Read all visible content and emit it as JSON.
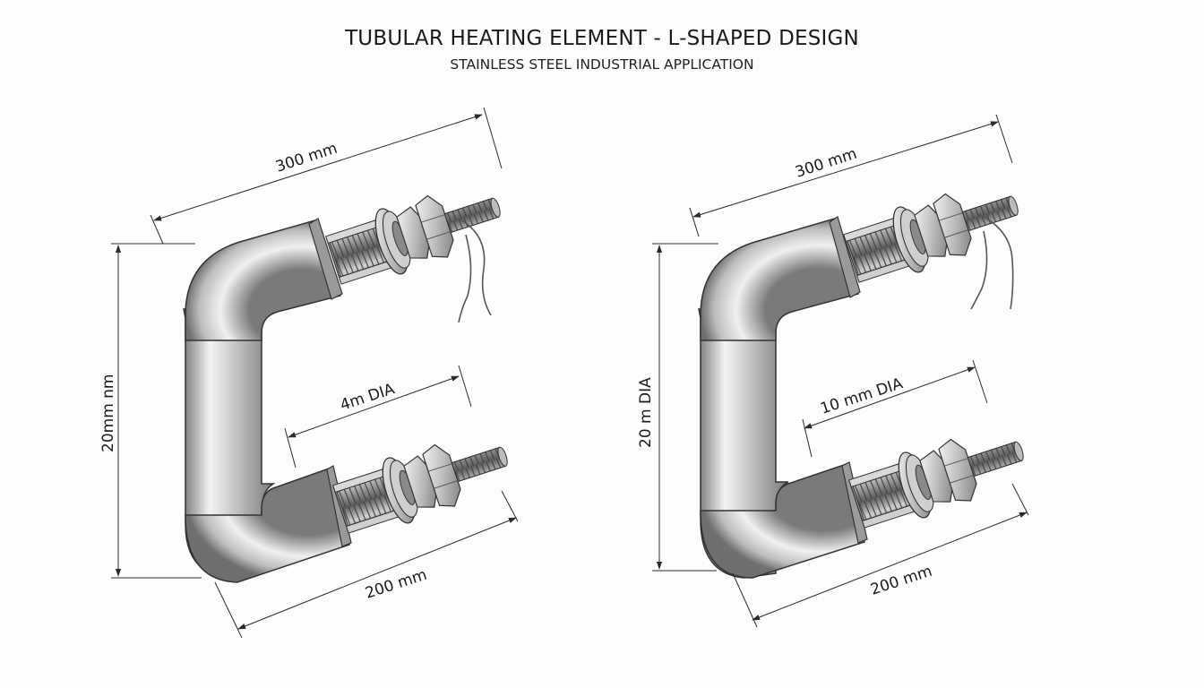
{
  "header": {
    "title": "TUBULAR HEATING ELEMENT - L-SHAPED DESIGN",
    "subtitle": "STAINLESS STEEL INDUSTRIAL APPLICATION"
  },
  "elements": [
    {
      "dims": {
        "top_length": "300 mm",
        "height": "20mm nm",
        "inner": "4m DIA",
        "bottom_length": "200 mm"
      }
    },
    {
      "dims": {
        "top_length": "300 mm",
        "height": "20 m DIA",
        "inner": "10 mm DIA",
        "bottom_length": "200 mm"
      }
    }
  ],
  "colors": {
    "steel_light": "#f2f2f2",
    "steel_mid": "#b5b5b5",
    "steel_dark": "#6e6e6e",
    "outline": "#333333",
    "dimension_line": "#2a2a2a"
  }
}
